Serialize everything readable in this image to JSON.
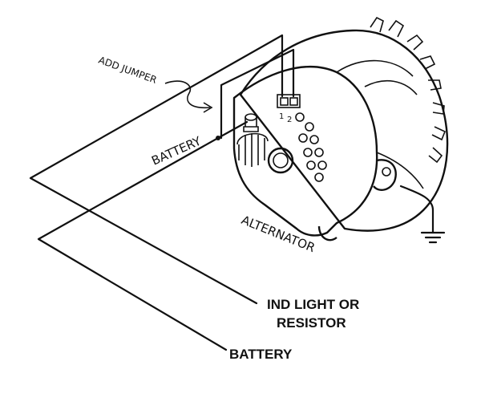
{
  "labels": {
    "add_jumper": "ADD JUMPER",
    "battery_terminal": "BATTERY",
    "alternator": "ALTERNATOR",
    "terminal_1": "1",
    "terminal_2": "2",
    "ind_light_line1": "IND LIGHT OR",
    "ind_light_line2": "RESISTOR",
    "battery_wire": "BATTERY"
  },
  "colors": {
    "ink": "#111111",
    "background": "#ffffff"
  }
}
